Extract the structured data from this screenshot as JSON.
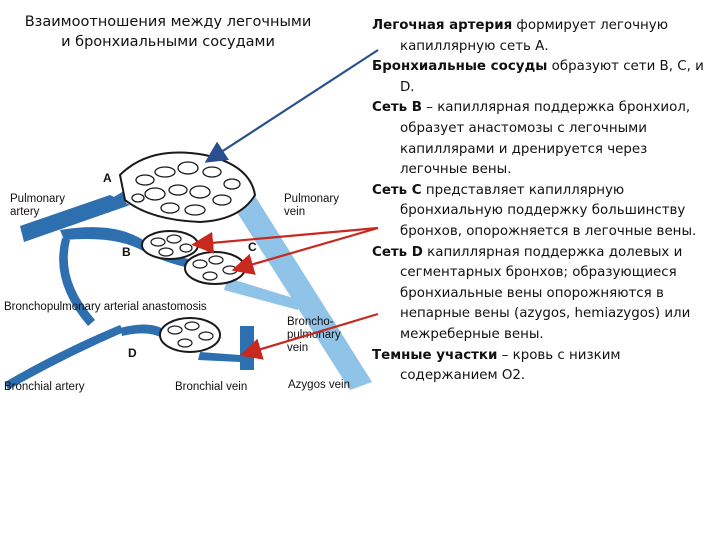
{
  "title": "Взаимоотношения между легочными и бронхиальными сосудами",
  "paragraphs": [
    {
      "lead": "Легочная артерия",
      "rest": " формирует легочную капиллярную сеть А."
    },
    {
      "lead": "Бронхиальные сосуды",
      "rest": " образуют сети В, С, и D."
    },
    {
      "lead": "Сеть В",
      "rest": " – капиллярная поддержка бронхиол, образует анастомозы с легочными капиллярами и дренируется через легочные вены."
    },
    {
      "lead": "Сеть С",
      "rest": " представляет капиллярную бронхиальную поддержку большинству бронхов, опорожняется в легочные вены."
    },
    {
      "lead": "Сеть D",
      "rest": " капиллярная поддержка долевых и сегментарных бронхов; образующиеся бронхиальные вены опорожняются в непарные вены (azygos, hemiazygos) или межреберные вены."
    },
    {
      "lead": "Темные участки",
      "rest": " – кровь с низким содержанием О2."
    }
  ],
  "diagram": {
    "labels": {
      "a": "A",
      "b": "B",
      "c": "C",
      "d": "D",
      "pulmonary_artery_1": "Pulmonary",
      "pulmonary_artery_2": "artery",
      "pulmonary_vein_1": "Pulmonary",
      "pulmonary_vein_2": "vein",
      "anastomosis": "Bronchopulmonary arterial anastomosis",
      "broncho_pulm_vein_1": "Broncho-",
      "broncho_pulm_vein_2": "pulmonary",
      "broncho_pulm_vein_3": "vein",
      "bronchial_artery": "Bronchial artery",
      "bronchial_vein": "Bronchial vein",
      "azygos_vein": "Azygos vein"
    }
  },
  "colors": {
    "vessel_blue": "#2e6fb0",
    "light_blue": "#8fc3e8",
    "arrow_red": "#c8281e",
    "arrow_blue": "#2a4f8f"
  }
}
